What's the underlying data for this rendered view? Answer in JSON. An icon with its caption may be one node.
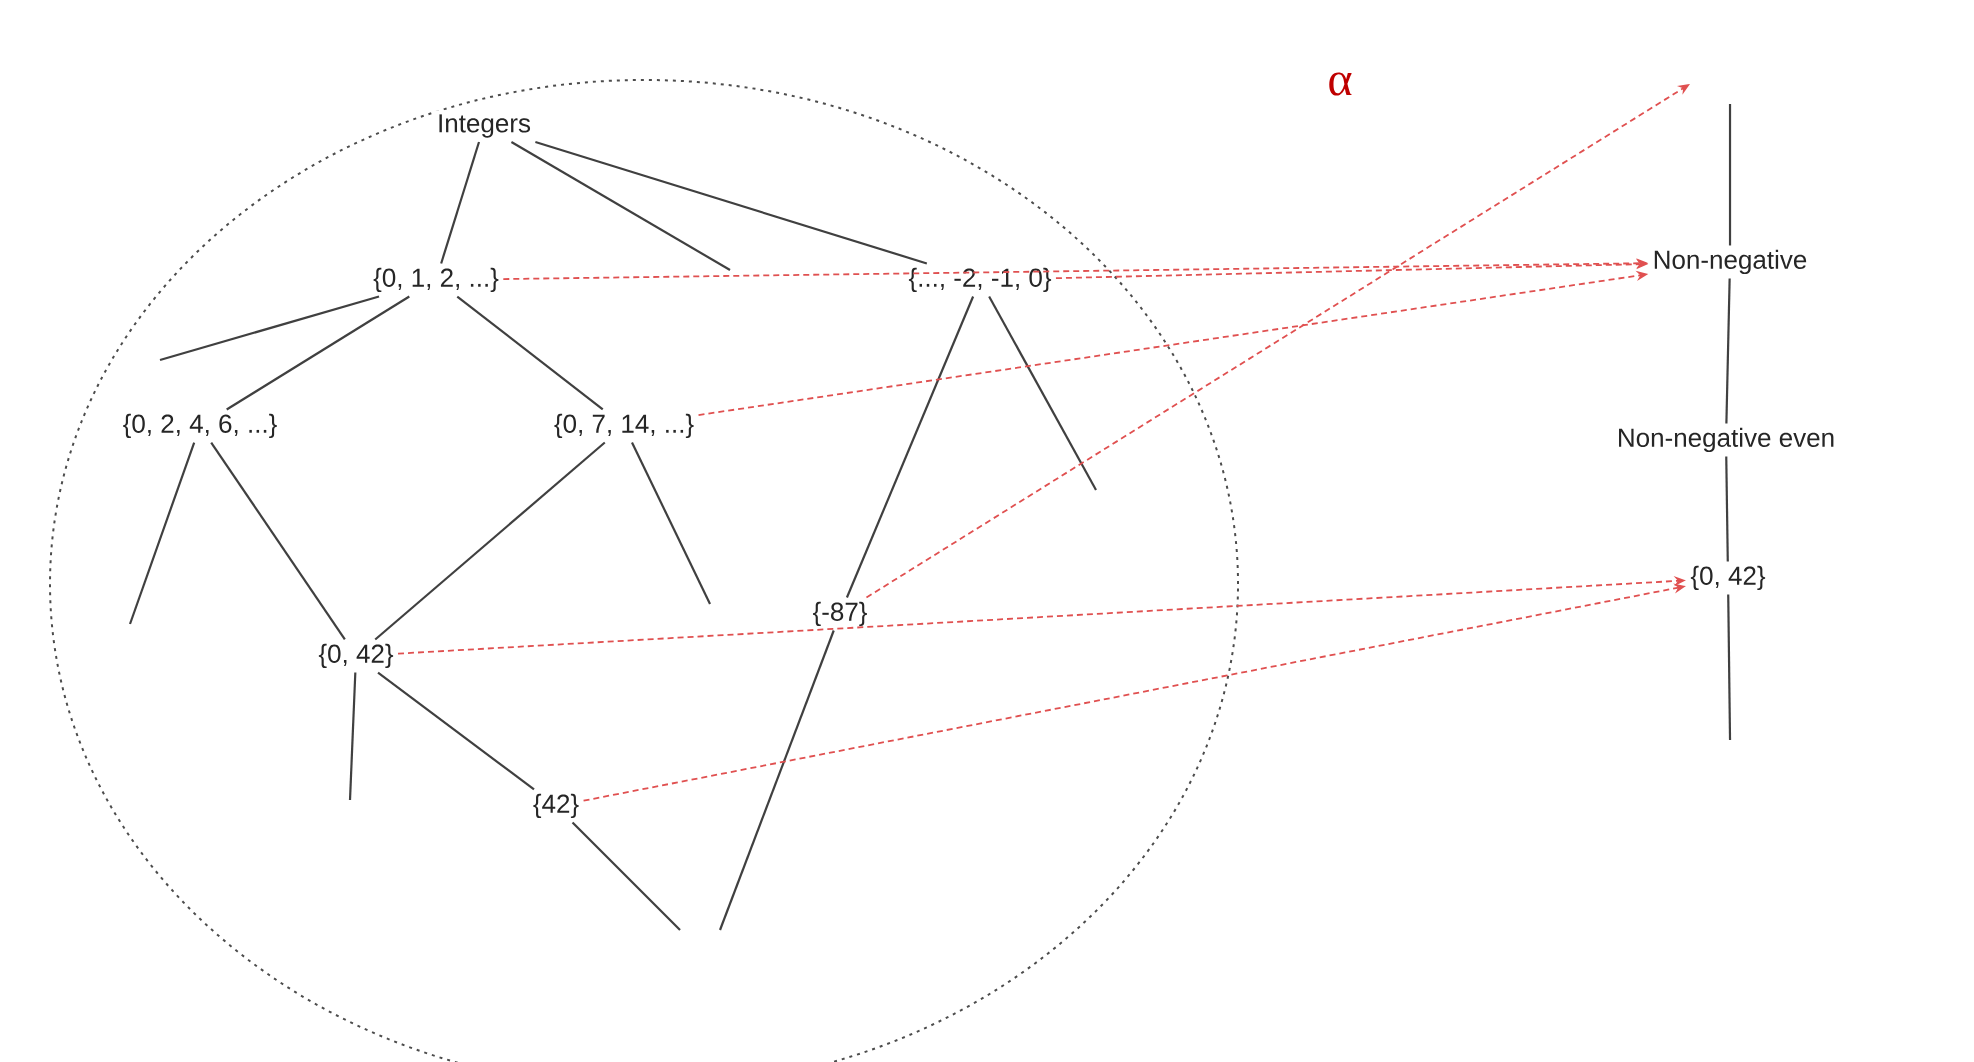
{
  "diagram": {
    "nodes": [
      {
        "text": [],
        "shape": "circle"
      },
      {
        "text": [
          "Integers"
        ],
        "in": 0
      },
      {
        "text": [
          "{0, 1, 2, ...}"
        ],
        "in": 0
      },
      {
        "text": [
          "{..., -2, -1, 0}"
        ],
        "in": 0
      },
      {
        "text": [
          "{0, 2, 4, 6, ...}"
        ],
        "in": 0
      },
      {
        "text": [
          "{0, 7, 14, ...}"
        ],
        "in": 0
      },
      {
        "text": [
          "{-87}"
        ],
        "in": 0
      },
      {
        "text": [
          "{0, 42}"
        ],
        "in": 0
      },
      {
        "text": [
          "{42}"
        ],
        "in": 0
      },
      {
        "text": [
          "Non-negative"
        ]
      },
      {
        "text": [
          "Non-negative even"
        ]
      },
      {
        "text": [
          "{0, 42}"
        ]
      }
    ],
    "edges": [
      {
        "from": 1,
        "to": 2,
        "arrow": "none"
      },
      {
        "from": 1,
        "to": null,
        "arrow": "none"
      },
      {
        "from": 1,
        "to": 3,
        "arrow": "none"
      },
      {
        "from": 2,
        "to": null,
        "arrow": "none"
      },
      {
        "from": 2,
        "to": 4,
        "arrow": "none"
      },
      {
        "from": 2,
        "to": 5,
        "arrow": "none"
      },
      {
        "from": 3,
        "to": 6,
        "arrow": "none"
      },
      {
        "from": 3,
        "to": null,
        "arrow": "none"
      },
      {
        "from": 4,
        "to": null,
        "arrow": "none"
      },
      {
        "from": 4,
        "to": 7,
        "arrow": "none"
      },
      {
        "from": 5,
        "to": 7,
        "arrow": "none"
      },
      {
        "from": 5,
        "to": null,
        "arrow": "none"
      },
      {
        "from": 7,
        "to": null,
        "arrow": "none"
      },
      {
        "from": 7,
        "to": 8,
        "arrow": "none"
      },
      {
        "from": 8,
        "to": null,
        "arrow": "none"
      },
      {
        "from": 6,
        "to": null,
        "arrow": "none"
      },
      {
        "from": null,
        "to": 9,
        "arrow": "none"
      },
      {
        "from": 9,
        "to": 10,
        "arrow": "none"
      },
      {
        "from": 10,
        "to": 11,
        "arrow": "none"
      },
      {
        "from": 11,
        "to": null,
        "arrow": "none"
      },
      {
        "from": 2,
        "to": 9,
        "arrow": "to",
        "style": "dashed",
        "color": "#e05050"
      },
      {
        "from": 3,
        "to": 9,
        "arrow": "to",
        "style": "dashed",
        "color": "#e05050"
      },
      {
        "from": 5,
        "to": 9,
        "arrow": "to",
        "style": "dashed",
        "color": "#e05050"
      },
      {
        "from": 6,
        "to": null,
        "arrow": "to",
        "style": "dashed",
        "color": "#e05050"
      },
      {
        "from": 7,
        "to": 11,
        "arrow": "to",
        "style": "dashed",
        "color": "#e05050"
      },
      {
        "from": 8,
        "to": 11,
        "arrow": "to",
        "style": "dashed",
        "color": "#e05050"
      }
    ],
    "labels": [
      "α"
    ]
  }
}
